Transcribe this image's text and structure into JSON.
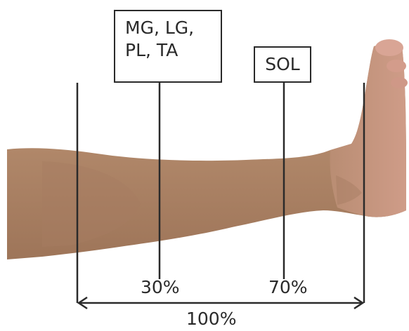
{
  "labels": {
    "proximal_muscles": [
      "MG, LG,",
      "PL, TA"
    ],
    "distal_muscle": "SOL"
  },
  "percentages": {
    "proximal": "30%",
    "distal": "70%",
    "total": "100%"
  },
  "colors": {
    "line": "#2a2a2a",
    "skin": "#b89074",
    "skin_shadow": "#9c7257",
    "skin_highlight": "#c9a088",
    "toe": "#d49a88"
  }
}
